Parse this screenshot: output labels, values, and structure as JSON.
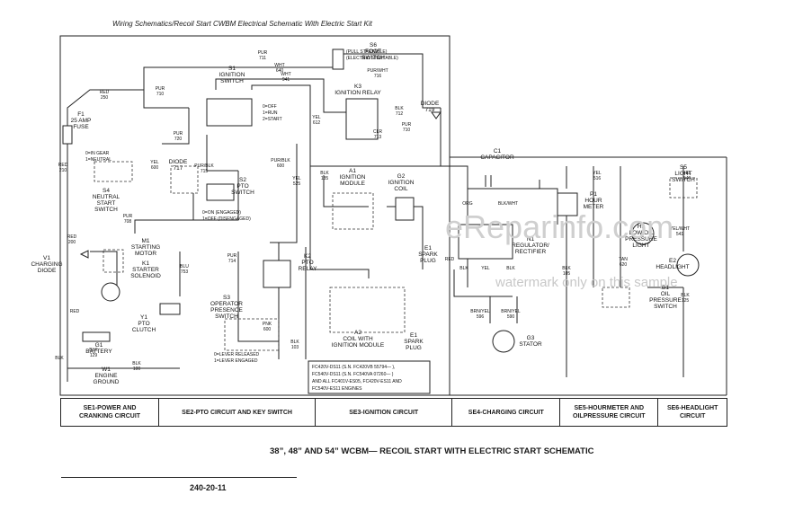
{
  "header": {
    "title": "Wiring Schematics/Recoil Start CWBM Electrical Schematic With Electric Start Kit"
  },
  "components": [
    {
      "id": "s6",
      "lines": [
        "S6",
        "FOOT",
        "SWITCH"
      ]
    },
    {
      "id": "s6opt",
      "lines": [
        "(PULL STARTABLE)",
        "(ELECTRIC STARTABLE)"
      ]
    },
    {
      "id": "s1",
      "lines": [
        "S1",
        "IGNITION",
        "SWITCH"
      ]
    },
    {
      "id": "s1pos",
      "lines": [
        "0=OFF",
        "1=RUN",
        "2=START"
      ]
    },
    {
      "id": "k3",
      "lines": [
        "K3",
        "IGNITION RELAY"
      ]
    },
    {
      "id": "diode719",
      "lines": [
        "DIODE",
        "719"
      ]
    },
    {
      "id": "f1",
      "lines": [
        "F1",
        "25 AMP",
        "FUSE"
      ]
    },
    {
      "id": "s4",
      "lines": [
        "S4",
        "NEUTRAL",
        "START",
        "SWITCH"
      ]
    },
    {
      "id": "s4pos",
      "lines": [
        "0=IN GEAR",
        "1=NEUTRAL"
      ]
    },
    {
      "id": "diode717",
      "lines": [
        "DIODE",
        "717"
      ]
    },
    {
      "id": "s2",
      "lines": [
        "S2",
        "PTO",
        "SWITCH"
      ]
    },
    {
      "id": "s2pos",
      "lines": [
        "0=ON (ENGAGED)",
        "1=OFF (DISENGAGED)"
      ]
    },
    {
      "id": "a1",
      "lines": [
        "A1",
        "IGNITION",
        "MODULE"
      ]
    },
    {
      "id": "g2",
      "lines": [
        "G2",
        "IGNITION",
        "COIL"
      ]
    },
    {
      "id": "c1",
      "lines": [
        "C1",
        "CAPACITOR"
      ]
    },
    {
      "id": "p1",
      "lines": [
        "P1",
        "HOUR",
        "METER"
      ]
    },
    {
      "id": "s5",
      "lines": [
        "S5",
        "LIGHT",
        "SWITCH"
      ]
    },
    {
      "id": "h1",
      "lines": [
        "H1",
        "LOW OIL",
        "PRESSURE",
        "LIGHT"
      ]
    },
    {
      "id": "e2",
      "lines": [
        "E2",
        "HEADLIGHT"
      ]
    },
    {
      "id": "b1",
      "lines": [
        "B1",
        "OIL",
        "PRESSURE",
        "SWITCH"
      ]
    },
    {
      "id": "v1",
      "lines": [
        "V1",
        "CHARGING",
        "DIODE"
      ]
    },
    {
      "id": "m1",
      "lines": [
        "M1",
        "STARTING",
        "MOTOR"
      ]
    },
    {
      "id": "k1",
      "lines": [
        "K1",
        "STARTER",
        "SOLENOID"
      ]
    },
    {
      "id": "y1",
      "lines": [
        "Y1",
        "PTO",
        "CLUTCH"
      ]
    },
    {
      "id": "k2",
      "lines": [
        "K2",
        "PTO",
        "RELAY"
      ]
    },
    {
      "id": "s3",
      "lines": [
        "S3",
        "OPERATOR",
        "PRESENCE",
        "SWITCH"
      ]
    },
    {
      "id": "s3pos",
      "lines": [
        "0=LEVER RELEASED",
        "1=LEVER ENGAGED"
      ]
    },
    {
      "id": "e1",
      "lines": [
        "E1",
        "SPARK",
        "PLUG"
      ]
    },
    {
      "id": "e1b",
      "lines": [
        "E1",
        "SPARK",
        "PLUG"
      ]
    },
    {
      "id": "n1",
      "lines": [
        "N1",
        "REGULATOR/",
        "RECTIFIER"
      ]
    },
    {
      "id": "a2",
      "lines": [
        "A2",
        "COIL WITH",
        "IGNITION MODULE"
      ]
    },
    {
      "id": "g3",
      "lines": [
        "G3",
        "STATOR"
      ]
    },
    {
      "id": "g1",
      "lines": [
        "G1",
        "BATTERY"
      ]
    },
    {
      "id": "w1",
      "lines": [
        "W1",
        "ENGINE",
        "GROUND"
      ]
    }
  ],
  "wire_labels": [
    "PUR 711",
    "WHT 640",
    "WHT 941",
    "PUR/WHT 716",
    "PUR 710",
    "RED 250",
    "YEL 612",
    "BLK 712",
    "CLR 713",
    "PUR 710",
    "PUR 720",
    "RED 210",
    "YEL 600",
    "PUR/BLK 715",
    "PUR/BLK 600",
    "YEL 525",
    "BLK 135",
    "ORG",
    "BLK/WHT",
    "YEL 516",
    "YEL 540",
    "YEL/WHT 541",
    "TAN 620",
    "BLK 125",
    "RED 200",
    "PUR 708",
    "BLU 753",
    "PUR 714",
    "BLK 129",
    "BLK 103",
    "PNK 600",
    "BLK 100",
    "RED",
    "BLK",
    "BRN/YEL 596",
    "BRN/YEL 590",
    "RED",
    "BLK",
    "YEL",
    "BLK",
    "BLK 105"
  ],
  "serial_note": [
    "FC420V-DS11 (S.N. FC420VB 55794— ),",
    "FC540V-DS11 (S.N. FC540VA 07260— )",
    "AND ALL FC401V-ES05, FC420V-ES11 AND",
    "FC540V-ES11 ENGINES"
  ],
  "circuits": [
    "SE1-POWER AND\nCRANKING CIRCUIT",
    "SE2-PTO CIRCUIT AND KEY SWITCH",
    "SE3-IGNITION CIRCUIT",
    "SE4-CHARGING CIRCUIT",
    "SE5-HOURMETER AND\nOILPRESSURE CIRCUIT",
    "SE6-HEADLIGHT\nCIRCUIT"
  ],
  "caption": "38”, 48” AND 54” WCBM— RECOIL START WITH ELECTRIC START SCHEMATIC",
  "page_number": "240-20-11",
  "watermark": {
    "main": "eReparinfo.com",
    "sub": "watermark only on this sample"
  }
}
